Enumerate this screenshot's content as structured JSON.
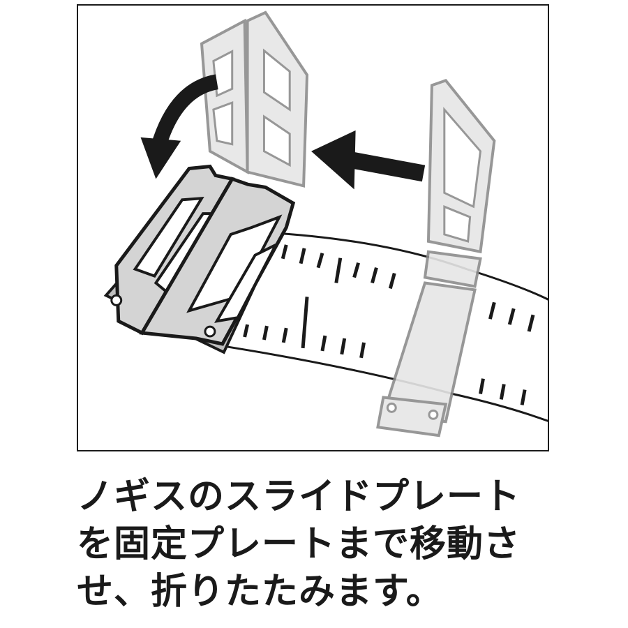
{
  "caption": {
    "lines": [
      "ノギスのスライドプレート",
      "を固定プレートまで移動さ",
      "せ、折りたたみます。"
    ]
  },
  "illustration": {
    "icons": [
      "curved-arrow-icon",
      "straight-arrow-icon"
    ],
    "colors": {
      "outline": "#1a1a1a",
      "ghost_outline": "#8c8c8c",
      "ghost_fill": "#e6e6e6",
      "plate_fill": "#d4d4d4",
      "tape_fill": "#ffffff"
    }
  }
}
